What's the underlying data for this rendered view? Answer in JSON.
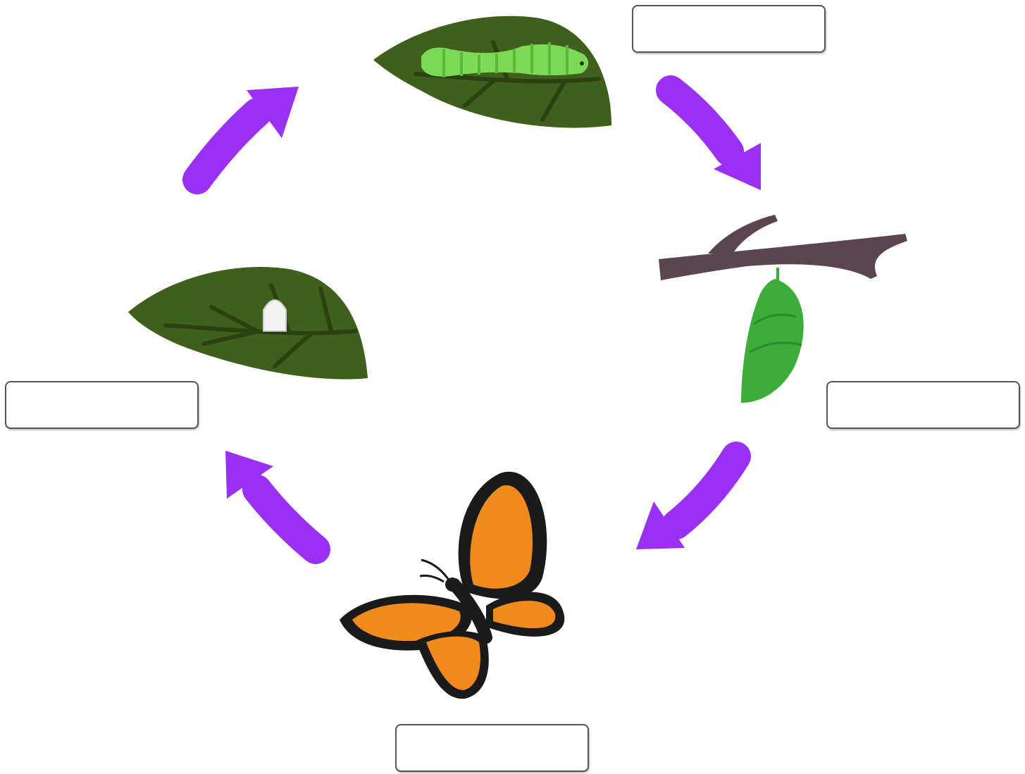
{
  "colors": {
    "arrow": "#9b30f5",
    "leaf": "#3f5f1c",
    "leaf_vein": "#2a4212",
    "caterpillar": "#7ed957",
    "egg": "#f2f2f2",
    "branch": "#5a4550",
    "chrysalis": "#3dac3a",
    "wing_orange": "#f08a1c",
    "wing_black": "#1a1a1a"
  },
  "stages": [
    {
      "key": "egg",
      "icon": "egg-on-leaf-icon",
      "label": ""
    },
    {
      "key": "caterpillar",
      "icon": "caterpillar-on-leaf-icon",
      "label": ""
    },
    {
      "key": "chrysalis",
      "icon": "chrysalis-on-branch-icon",
      "label": ""
    },
    {
      "key": "butterfly",
      "icon": "butterfly-icon",
      "label": ""
    }
  ],
  "arrows": [
    {
      "from": "egg",
      "to": "caterpillar",
      "icon": "curved-arrow-icon"
    },
    {
      "from": "caterpillar",
      "to": "chrysalis",
      "icon": "curved-arrow-icon"
    },
    {
      "from": "chrysalis",
      "to": "butterfly",
      "icon": "curved-arrow-icon"
    },
    {
      "from": "butterfly",
      "to": "egg",
      "icon": "curved-arrow-icon"
    }
  ]
}
